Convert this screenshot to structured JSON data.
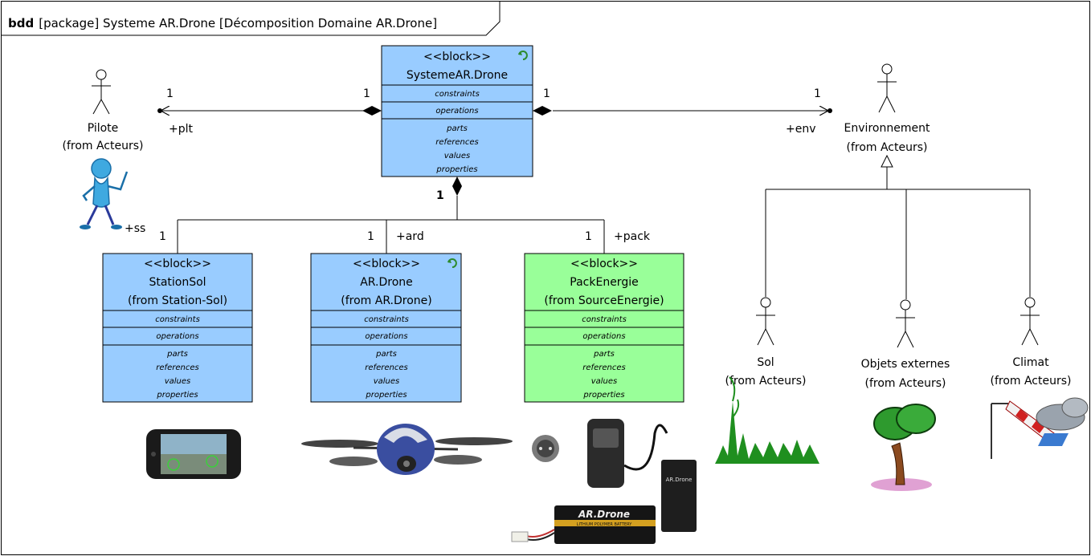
{
  "frame": {
    "keyword": "bdd",
    "title": "[package] Systeme AR.Drone [Décomposition Domaine AR.Drone]"
  },
  "blocks": {
    "system": {
      "stereotype": "<<block>>",
      "name": "SystemeAR.Drone",
      "from": "",
      "compartments": [
        "constraints",
        "operations"
      ],
      "features": [
        "parts",
        "references",
        "values",
        "properties"
      ],
      "fill": "#99ccff"
    },
    "station": {
      "stereotype": "<<block>>",
      "name": "StationSol",
      "from": "(from Station-Sol)",
      "compartments": [
        "constraints",
        "operations"
      ],
      "features": [
        "parts",
        "references",
        "values",
        "properties"
      ],
      "fill": "#99ccff"
    },
    "drone": {
      "stereotype": "<<block>>",
      "name": "AR.Drone",
      "from": "(from AR.Drone)",
      "compartments": [
        "constraints",
        "operations"
      ],
      "features": [
        "parts",
        "references",
        "values",
        "properties"
      ],
      "fill": "#99ccff"
    },
    "pack": {
      "stereotype": "<<block>>",
      "name": "PackEnergie",
      "from": "(from SourceEnergie)",
      "compartments": [
        "constraints",
        "operations"
      ],
      "features": [
        "parts",
        "references",
        "values",
        "properties"
      ],
      "fill": "#99ff99"
    }
  },
  "actors": {
    "pilote": {
      "name": "Pilote",
      "from": "(from Acteurs)"
    },
    "env": {
      "name": "Environnement",
      "from": "(from Acteurs)"
    },
    "sol": {
      "name": "Sol",
      "from": "(from Acteurs)"
    },
    "objets": {
      "name": "Objets externes",
      "from": "(from Acteurs)"
    },
    "climat": {
      "name": "Climat",
      "from": "(from Acteurs)"
    }
  },
  "associations": {
    "pilot": {
      "mult_part": "1",
      "mult_whole": "1",
      "role": "+plt"
    },
    "env": {
      "mult_whole": "1",
      "mult_part": "1",
      "role": "+env"
    },
    "station": {
      "mult_part": "1",
      "role": "+ss"
    },
    "drone": {
      "mult_part": "1",
      "role": "+ard"
    },
    "pack": {
      "mult_part": "1",
      "role": "+pack"
    },
    "composite": {
      "mult_whole": "1"
    }
  },
  "images": {
    "phone": "smartphone-illustration",
    "drone": "quadcopter-illustration",
    "charger": "charger-illustration",
    "battery": "battery-illustration",
    "battery_brand": "AR.Drone",
    "battery_sub": "LITHIUM POLYMER BATTERY",
    "grass": "grass-illustration",
    "tree": "tree-illustration",
    "weather": "windsock-cloud-illustration"
  }
}
